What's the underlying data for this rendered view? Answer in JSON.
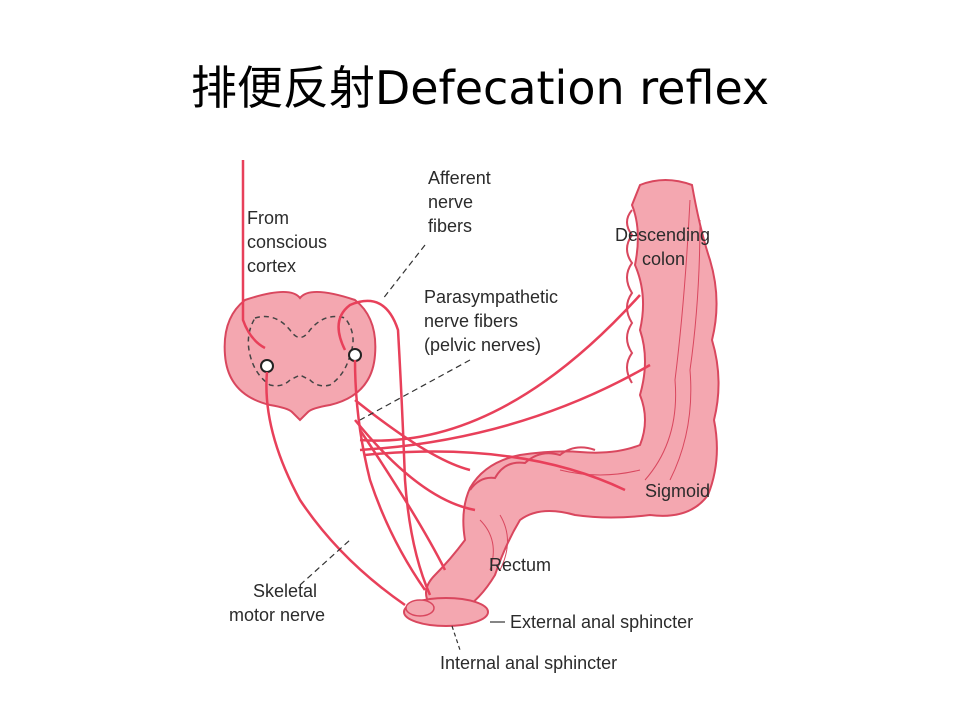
{
  "slide": {
    "title": "排便反射Defecation reflex"
  },
  "labels": {
    "from_cortex": [
      "From",
      "conscious",
      "cortex"
    ],
    "afferent": [
      "Afferent",
      "nerve",
      "fibers"
    ],
    "parasympathetic": [
      "Parasympathetic",
      "nerve fibers",
      "(pelvic nerves)"
    ],
    "descending_colon": [
      "Descending",
      "colon"
    ],
    "sigmoid": "Sigmoid",
    "rectum": "Rectum",
    "skeletal": [
      "Skeletal",
      "motor nerve"
    ],
    "external_sphincter": "External anal sphincter",
    "internal_sphincter": "Internal anal sphincter"
  },
  "colors": {
    "tissue_fill": "#f4a7b0",
    "tissue_stroke": "#d9475e",
    "nerve": "#e8405a",
    "leader": "#333333"
  }
}
